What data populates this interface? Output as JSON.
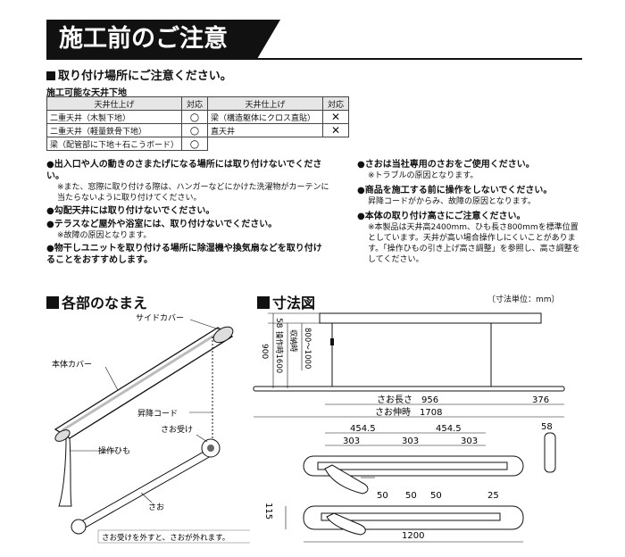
{
  "title": "施工前のご注意",
  "section_install": "取り付け場所にご注意ください。",
  "ceiling_caption": "施工可能な天井下地",
  "ceiling_table": {
    "headers": [
      "天井仕上げ",
      "対応",
      "天井仕上げ",
      "対応"
    ],
    "rows": [
      {
        "left": "二重天井（木製下地）",
        "left_mark": "○",
        "right": "梁（構造躯体にクロス直貼）",
        "right_mark": "✕"
      },
      {
        "left": "二重天井（軽量鉄骨下地）",
        "left_mark": "○",
        "right": "直天井",
        "right_mark": "✕"
      },
      {
        "left": "梁（配管部に下地＋石こうボード）",
        "left_mark": "○",
        "right": "",
        "right_mark": ""
      }
    ]
  },
  "notes_left": [
    {
      "text": "出入口や人の動きのさまたげになる場所には取り付けないでください。",
      "sub": "※また、窓際に取り付ける際は、ハンガーなどにかけた洗濯物がカーテンに当たらないように取り付けてください。"
    },
    {
      "text": "勾配天井には取り付けないでください。",
      "sub": ""
    },
    {
      "text": "テラスなど屋外や浴室には、取り付けないでください。",
      "sub": "※故障の原因となります。"
    },
    {
      "text": "物干しユニットを取り付ける場所に除湿機や換気扇などを取り付けることをおすすめします。",
      "sub": ""
    }
  ],
  "notes_right": [
    {
      "text": "さおは当社専用のさおをご使用ください。",
      "sub": "※トラブルの原因となります。"
    },
    {
      "text": "商品を施工する前に操作をしないでください。",
      "sub": "昇降コードがからみ、故障の原因となります。"
    },
    {
      "text": "本体の取り付け高さにご注意ください。",
      "sub": "※本製品は天井高2400mm、ひも長さ800mmを標準位置としています。天井が高い場合操作しにくいことがあります。「操作ひもの引き上げ高さ調整」を参照し、高さ調整をしてください。"
    }
  ],
  "parts_heading": "各部のなまえ",
  "dims_heading": "寸法図",
  "unit_note": "〔寸法単位：mm〕",
  "parts_labels": {
    "side_cover": "サイドカバー",
    "body_cover": "本体カバー",
    "lift_cord": "昇降コード",
    "pole_holder": "さお受け",
    "pull_string": "操作ひも",
    "pole": "さお",
    "caption": "さお受けを外すと、さおが外れます。"
  },
  "dims": {
    "d58_top": "58",
    "d900": "900",
    "d_op_len": "操作時1600",
    "d_stored": "収納時",
    "d_range": "800～1000",
    "pole_len_label": "さお長さ",
    "pole_len": "956",
    "d376": "376",
    "pole_ext": "さお伸時　1708",
    "d454_l": "454.5",
    "d454_r": "454.5",
    "d303_a": "303",
    "d303_b": "303",
    "d303_c": "303",
    "d50_a": "50",
    "d50_b": "50",
    "d50_c": "50",
    "d25": "25",
    "d58_side": "58",
    "d115": "115",
    "d1200": "1200"
  }
}
